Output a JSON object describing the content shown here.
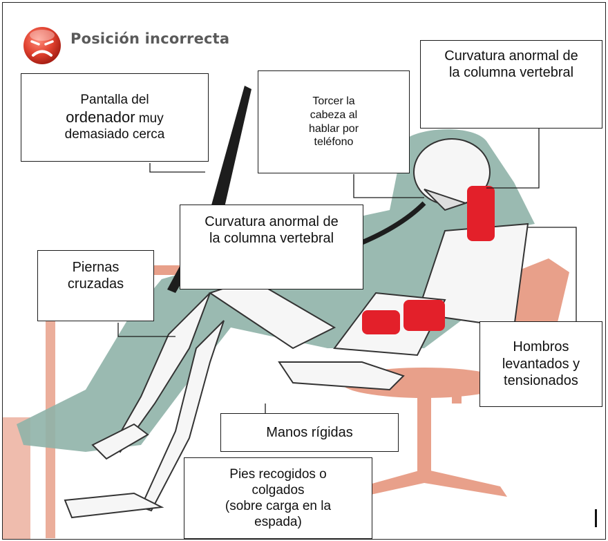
{
  "title": "Posición incorrecta",
  "icon": "sad-face-icon",
  "colors": {
    "chair": "#e8a08a",
    "silhouette": "#8fb3a8",
    "spine_red": "#e3202a",
    "icon_red": "#d93a2f"
  },
  "labels": {
    "screen": {
      "line1": "Pantalla del",
      "line2_big": "ordenador",
      "line2_rest": " muy",
      "line3": "demasiado cerca"
    },
    "neck": "Torcer la\ncabeza al\nhablar por\nteléfono",
    "spine_top": "Curvatura anormal de\nla columna vertebral",
    "spine_center": "Curvatura anormal de\nla columna vertebral",
    "legs": "Piernas\ncruzadas",
    "shoulders": "Hombros\nlevantados y\ntensionados",
    "hands": "Manos rígidas",
    "feet": "Pies recogidos o\ncolgados\n(sobre carga en la\nespada)"
  }
}
